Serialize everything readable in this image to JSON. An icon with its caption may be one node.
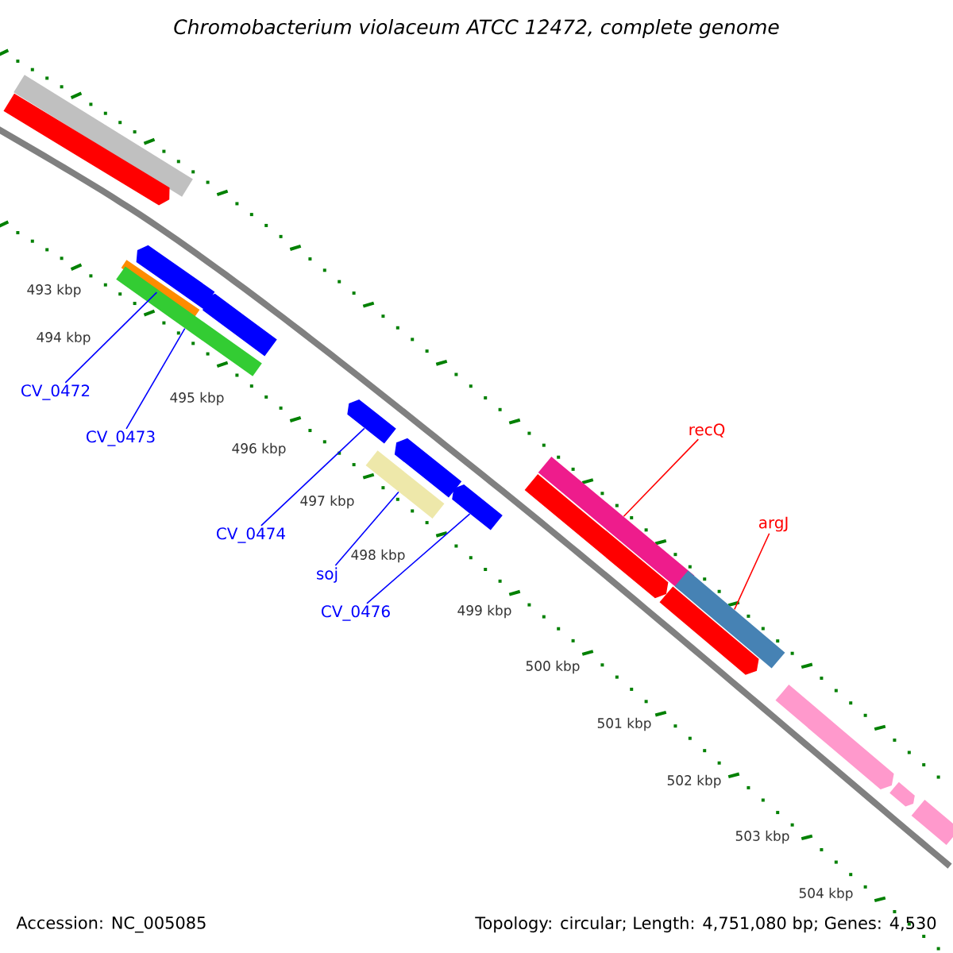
{
  "diagram": {
    "title": "Chromobacterium violaceum ATCC 12472, complete genome",
    "nodes": [
      {
        "text": [],
        "shape": "bar"
      },
      {
        "text": [],
        "shape": "arrow"
      },
      {
        "text": [],
        "shape": "arrow"
      },
      {
        "text": [],
        "shape": "bar"
      },
      {
        "text": [],
        "shape": "arrow"
      },
      {
        "text": [],
        "shape": "bar"
      },
      {
        "text": [],
        "shape": "arrow"
      },
      {
        "text": [],
        "shape": "arrow"
      },
      {
        "text": [],
        "shape": "bar"
      },
      {
        "text": [],
        "shape": "arrow"
      },
      {
        "text": [],
        "shape": "arrow"
      },
      {
        "text": [],
        "shape": "bar"
      },
      {
        "text": [],
        "shape": "arrow"
      },
      {
        "text": [],
        "shape": "bar"
      },
      {
        "text": [],
        "shape": "arrow"
      },
      {
        "text": [],
        "shape": "arrow"
      },
      {
        "text": [],
        "shape": "bar"
      },
      {
        "text": [
          "CV_0472"
        ]
      },
      {
        "text": [
          "CV_0473"
        ]
      },
      {
        "text": [
          "CV_0474"
        ]
      },
      {
        "text": [
          "soj"
        ]
      },
      {
        "text": [
          "CV_0476"
        ]
      },
      {
        "text": [
          "recQ"
        ]
      },
      {
        "text": [
          "argJ"
        ]
      }
    ],
    "edges": [
      {
        "from": 17,
        "to": 3,
        "arrow": "none"
      },
      {
        "from": 18,
        "to": 5,
        "arrow": "none"
      },
      {
        "from": 19,
        "to": 6,
        "arrow": "none"
      },
      {
        "from": 20,
        "to": 8,
        "arrow": "none"
      },
      {
        "from": 21,
        "to": 9,
        "arrow": "none"
      },
      {
        "from": 22,
        "to": 11,
        "arrow": "none",
        "color": "#ff0000"
      },
      {
        "from": 23,
        "to": 13,
        "arrow": "none",
        "color": "#ff0000"
      }
    ],
    "labels": [
      "493 kbp",
      "494 kbp",
      "495 kbp",
      "496 kbp",
      "497 kbp",
      "498 kbp",
      "499 kbp",
      "500 kbp",
      "501 kbp",
      "502 kbp",
      "503 kbp",
      "504 kbp",
      "Accession: NC_005085",
      "Topology: circular; Length: 4,751,080 bp; Genes: 4,530"
    ]
  }
}
